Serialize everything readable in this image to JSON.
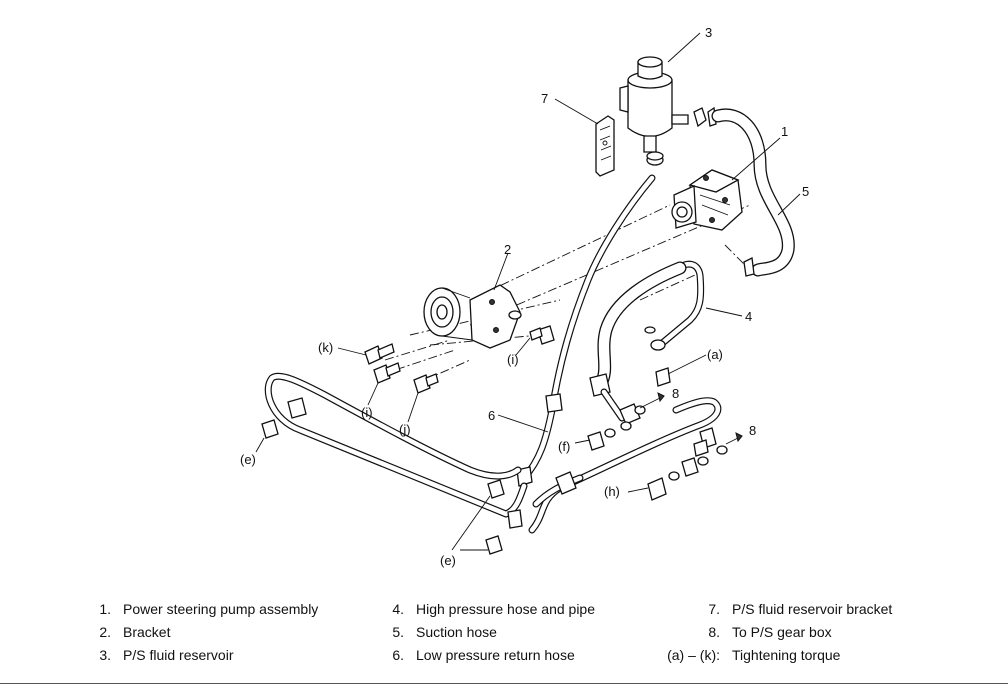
{
  "callouts": {
    "c1": "1",
    "c2": "2",
    "c3": "3",
    "c4": "4",
    "c5": "5",
    "c6": "6",
    "c7": "7",
    "c8a": "8",
    "c8b": "8",
    "a": "(a)",
    "e1": "(e)",
    "e2": "(e)",
    "f": "(f)",
    "h": "(h)",
    "i1": "(i)",
    "i2": "(i)",
    "j": "(j)",
    "k": "(k)"
  },
  "legend": [
    {
      "num": "1.",
      "text": "Power steering pump assembly"
    },
    {
      "num": "2.",
      "text": "Bracket"
    },
    {
      "num": "3.",
      "text": "P/S fluid reservoir"
    },
    {
      "num": "4.",
      "text": "High pressure hose and pipe"
    },
    {
      "num": "5.",
      "text": "Suction hose"
    },
    {
      "num": "6.",
      "text": "Low pressure return hose"
    },
    {
      "num": "7.",
      "text": "P/S fluid reservoir bracket"
    },
    {
      "num": "8.",
      "text": "To P/S gear box"
    },
    {
      "num": "(a) – (k):",
      "text": "Tightening torque"
    }
  ],
  "colors": {
    "line": "#111111",
    "background": "#ffffff"
  }
}
